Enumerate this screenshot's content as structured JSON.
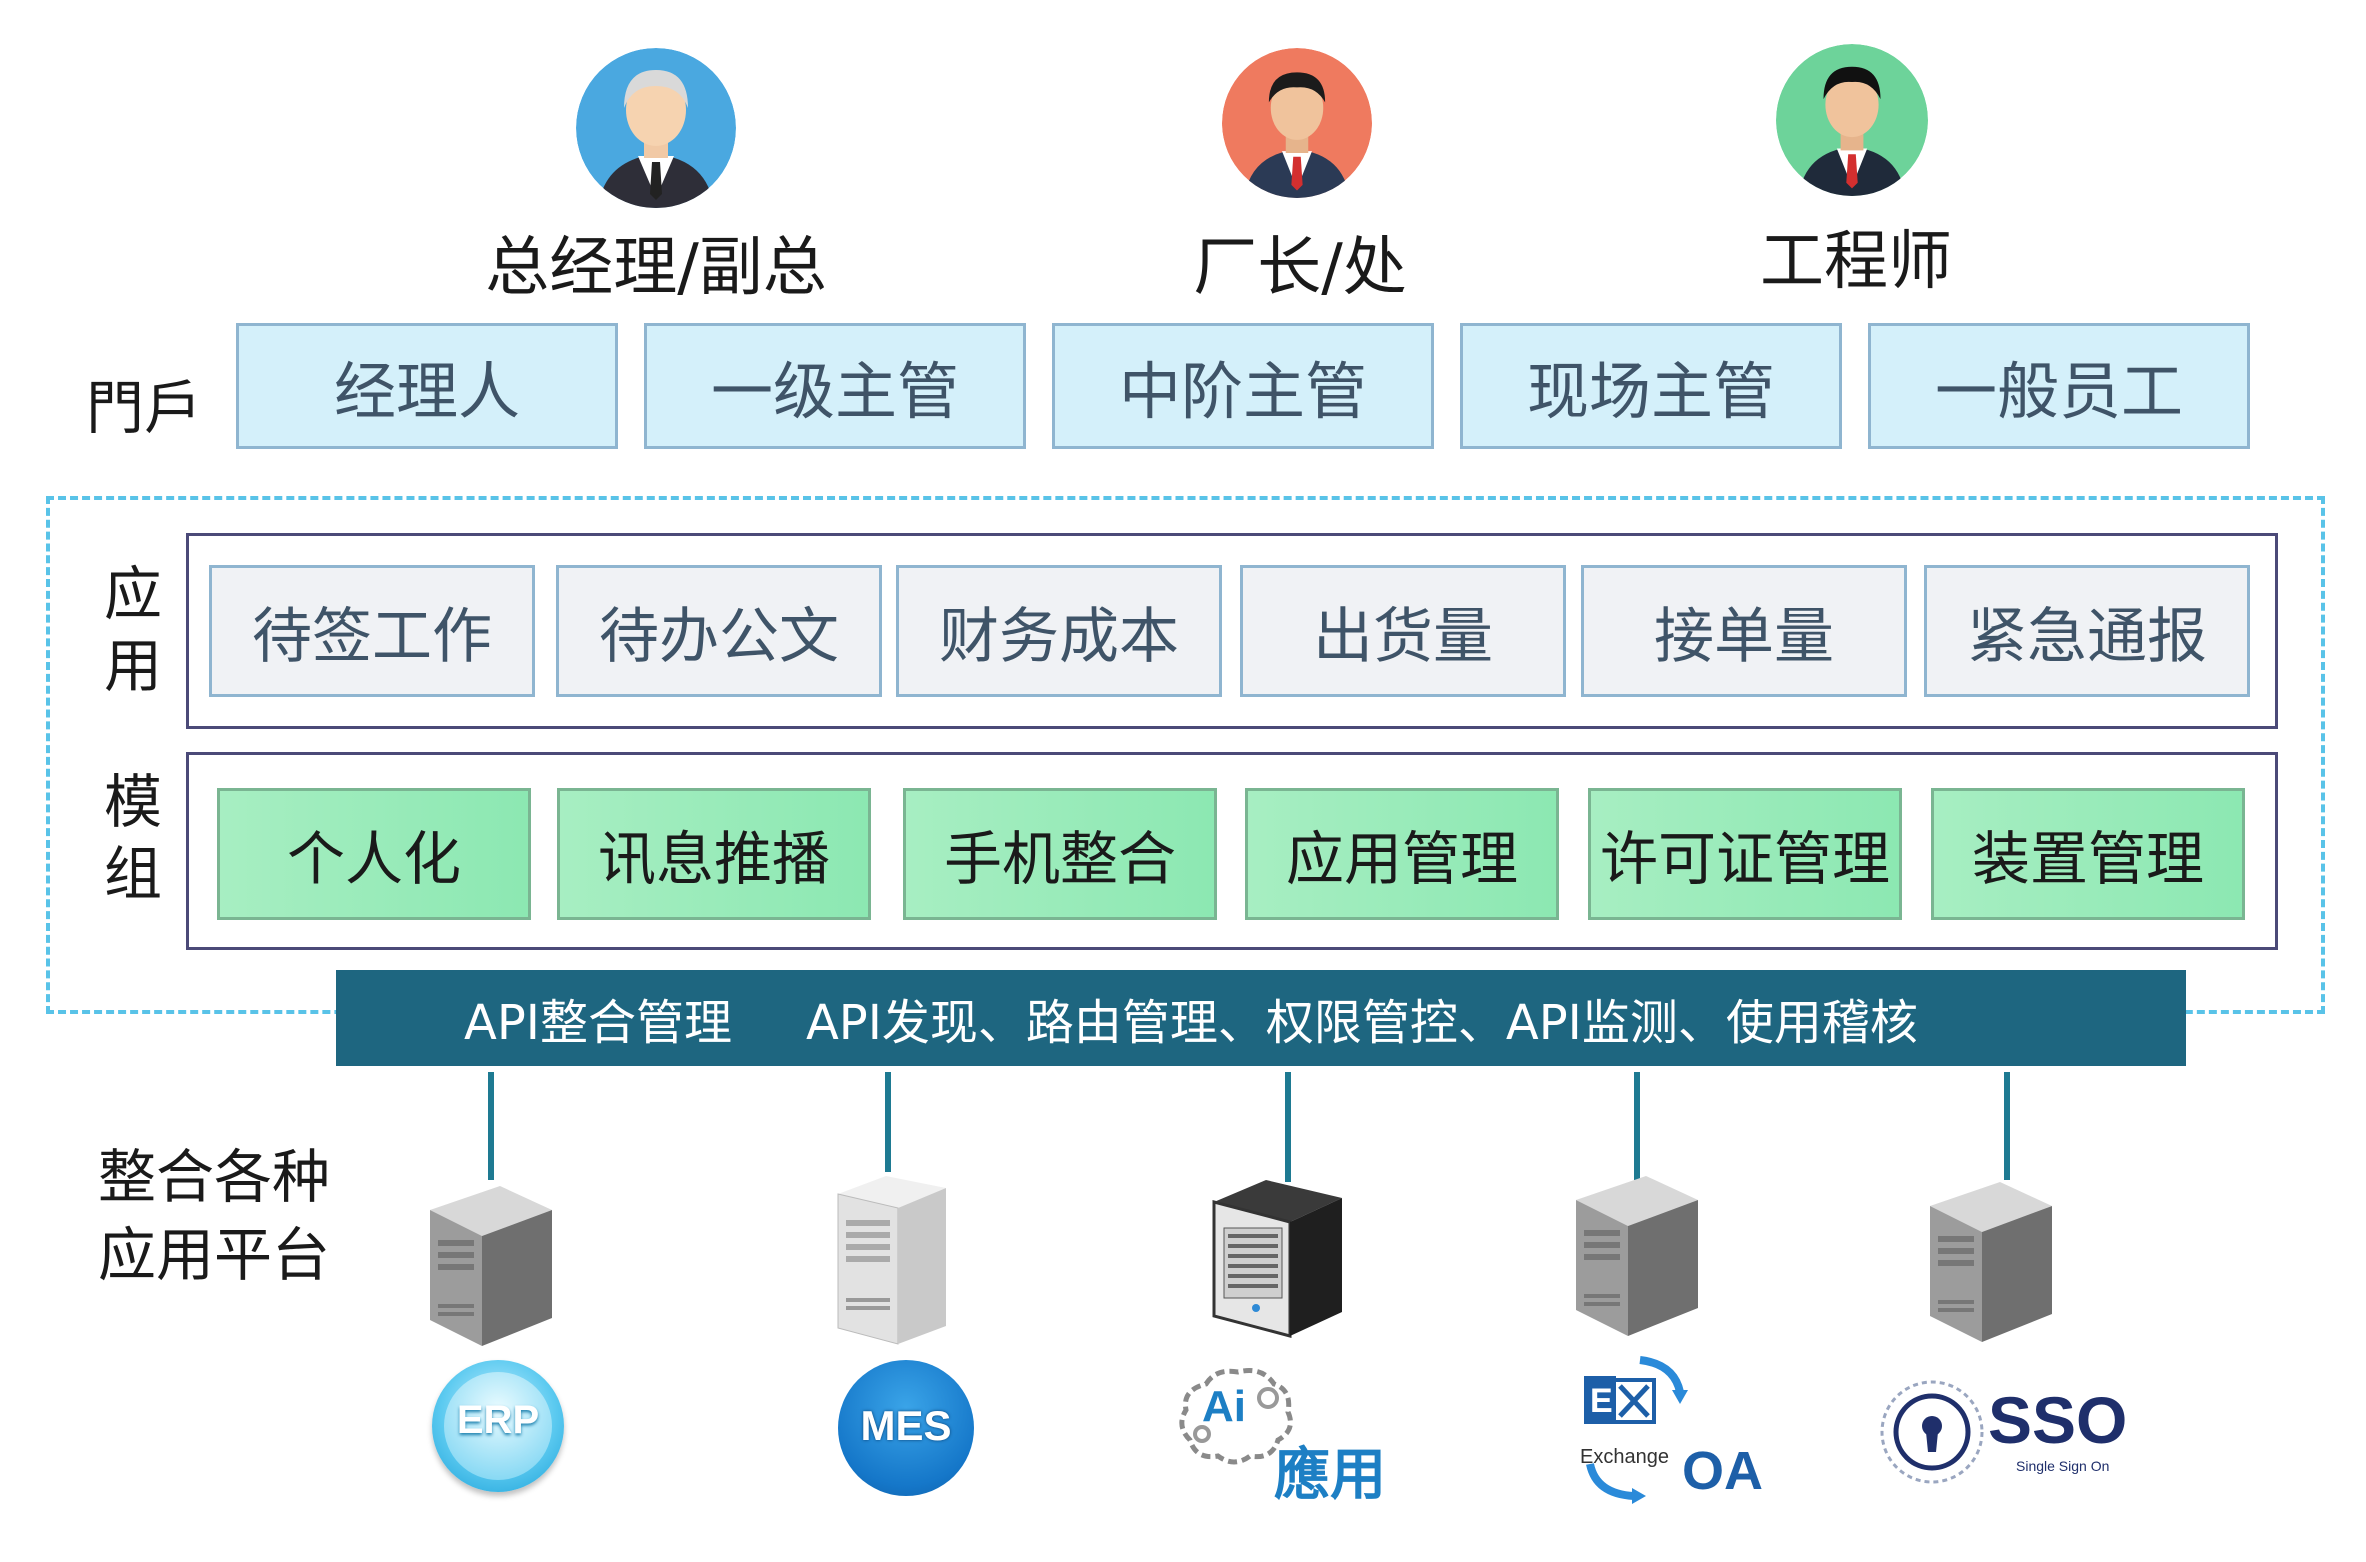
{
  "roles": [
    {
      "label": "总经理/副总",
      "avatar": "senior-manager-avatar",
      "bg": "#4aa8e0"
    },
    {
      "label": "厂长/处",
      "avatar": "plant-manager-avatar",
      "bg": "#ef7a5f"
    },
    {
      "label": "工程师",
      "avatar": "engineer-avatar",
      "bg": "#6dd39a"
    }
  ],
  "portal": {
    "label": "門戶",
    "items": [
      "经理人",
      "一级主管",
      "中阶主管",
      "现场主管",
      "一般员工"
    ]
  },
  "app_layer": {
    "label_line1": "应",
    "label_line2": "用",
    "items": [
      "待签工作",
      "待办公文",
      "财务成本",
      "出货量",
      "接单量",
      "紧急通报"
    ]
  },
  "module_layer": {
    "label_line1": "模",
    "label_line2": "组",
    "items": [
      "个人化",
      "讯息推播",
      "手机整合",
      "应用管理",
      "许可证管理",
      "装置管理"
    ]
  },
  "api_bar": {
    "title": "API整合管理",
    "features": "API发现、路由管理、权限管控、API监测、使用稽核"
  },
  "platform": {
    "label_line1": "整合各种",
    "label_line2": "应用平台"
  },
  "systems": [
    {
      "name": "ERP",
      "icon": "erp-logo"
    },
    {
      "name": "MES",
      "icon": "mes-logo"
    },
    {
      "name": "Ai",
      "caption": "應用",
      "icon": "ai-brain-logo"
    },
    {
      "name": "E",
      "sub": "Exchange",
      "caption": "OA",
      "icon": "exchange-logo"
    },
    {
      "name": "SSO",
      "sub": "Single Sign On",
      "icon": "sso-lock-logo"
    }
  ],
  "colors": {
    "portal_fill": "#d4f0fa",
    "app_fill": "#f0f2f5",
    "module_fill": "#9eecbd",
    "api_bar": "#1e6680",
    "dashed_frame": "#59c3e8"
  }
}
